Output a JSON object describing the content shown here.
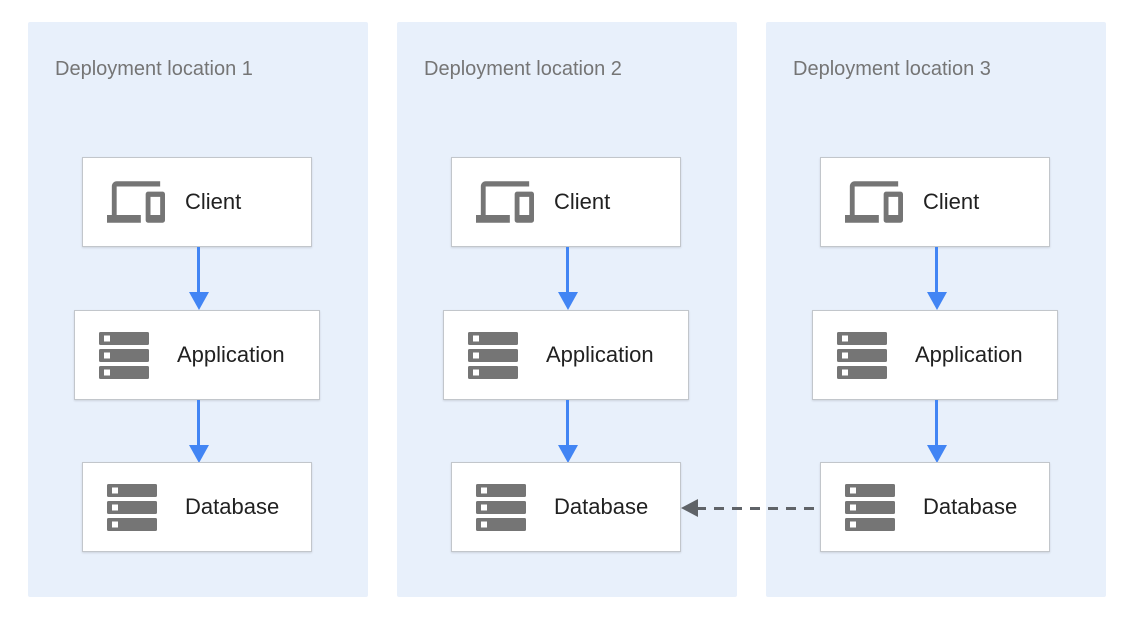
{
  "diagram": {
    "panels": [
      {
        "title": "Deployment location 1",
        "nodes": [
          {
            "label": "Client",
            "icon": "devices-icon"
          },
          {
            "label": "Application",
            "icon": "server-stack-icon"
          },
          {
            "label": "Database",
            "icon": "server-stack-icon"
          }
        ]
      },
      {
        "title": "Deployment location 2",
        "nodes": [
          {
            "label": "Client",
            "icon": "devices-icon"
          },
          {
            "label": "Application",
            "icon": "server-stack-icon"
          },
          {
            "label": "Database",
            "icon": "server-stack-icon"
          }
        ]
      },
      {
        "title": "Deployment location 3",
        "nodes": [
          {
            "label": "Client",
            "icon": "devices-icon"
          },
          {
            "label": "Application",
            "icon": "server-stack-icon"
          },
          {
            "label": "Database",
            "icon": "server-stack-icon"
          }
        ]
      }
    ],
    "connections": [
      {
        "type": "solid-arrow",
        "direction": "down",
        "from": "Client",
        "to": "Application",
        "scope": "each-panel"
      },
      {
        "type": "solid-arrow",
        "direction": "down",
        "from": "Application",
        "to": "Database",
        "scope": "each-panel"
      },
      {
        "type": "dashed-arrow",
        "direction": "left",
        "from": "Database (Deployment location 3)",
        "to": "Database (Deployment location 2)"
      }
    ],
    "colors": {
      "panel_bg": "#e8f0fb",
      "arrow_blue": "#4285f4",
      "icon_gray": "#757575",
      "dashed_gray": "#5f6368",
      "title_text": "#757575",
      "label_text": "#212121",
      "box_border": "#c2c6cb",
      "box_bg": "#ffffff"
    }
  }
}
